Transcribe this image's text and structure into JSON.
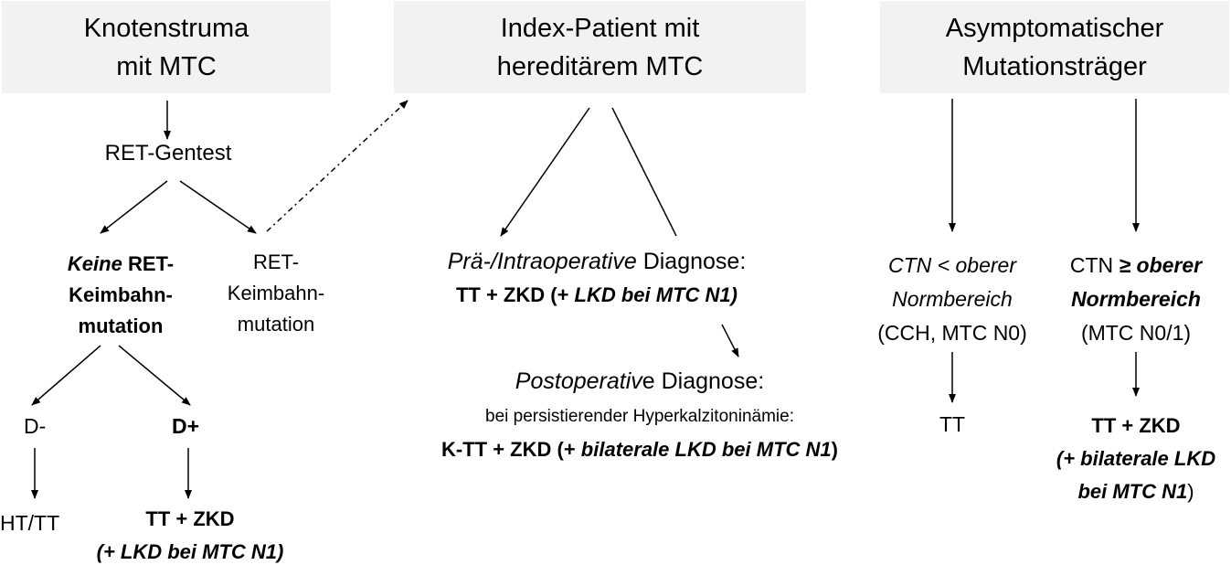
{
  "boxes": {
    "knotenstruma": [
      "Knotenstruma",
      "mit MTC"
    ],
    "index_patient": [
      "Index-Patient mit",
      "hereditärem MTC"
    ],
    "asymptomatisch": [
      "Asymptomatischer",
      "Mutationsträger"
    ]
  },
  "left": {
    "ret_gentest": "RET-Gentest",
    "keine_a": "Keine",
    "keine_b": " RET-",
    "keine_c": "Keimbahn-",
    "keine_d": "mutation",
    "ret_keim_a": "RET-",
    "ret_keim_b": "Keimbahn-",
    "ret_keim_c": "mutation",
    "d_minus": "D-",
    "d_plus": "D+",
    "ht_tt": "HT/TT",
    "tt_zkd": "TT + ZKD",
    "lkd": "(+ LKD bei MTC N1)"
  },
  "middle": {
    "prae_a": "Prä-/Intraoperative",
    "prae_b": " Diagnose:",
    "tt_zkd_a": "TT + ZKD (+ ",
    "tt_zkd_b": "LKD bei MTC N1)",
    "post_a": "Postoperativ",
    "post_b": "e Diagnose:",
    "persist": "bei persistierender Hyperkalzitoninämie:",
    "ktt_a": "K-TT + ZKD (+ ",
    "ktt_b": "bilaterale LKD bei MTC N1",
    "ktt_c": ")"
  },
  "right": {
    "ctn_low_a": "CTN < oberer",
    "ctn_low_b": "Normbereich",
    "ctn_low_c": "(CCH, MTC N0)",
    "ctn_high_a": "CTN ",
    "ctn_high_b": "≥ oberer",
    "ctn_high_c": "Normbereich",
    "ctn_high_d": "(MTC N0/1)",
    "tt": "TT",
    "tt_zkd": "TT + ZKD",
    "lkd_a": "(+ bilaterale LKD",
    "lkd_b": "bei MTC N1",
    "lkd_c": ")"
  }
}
